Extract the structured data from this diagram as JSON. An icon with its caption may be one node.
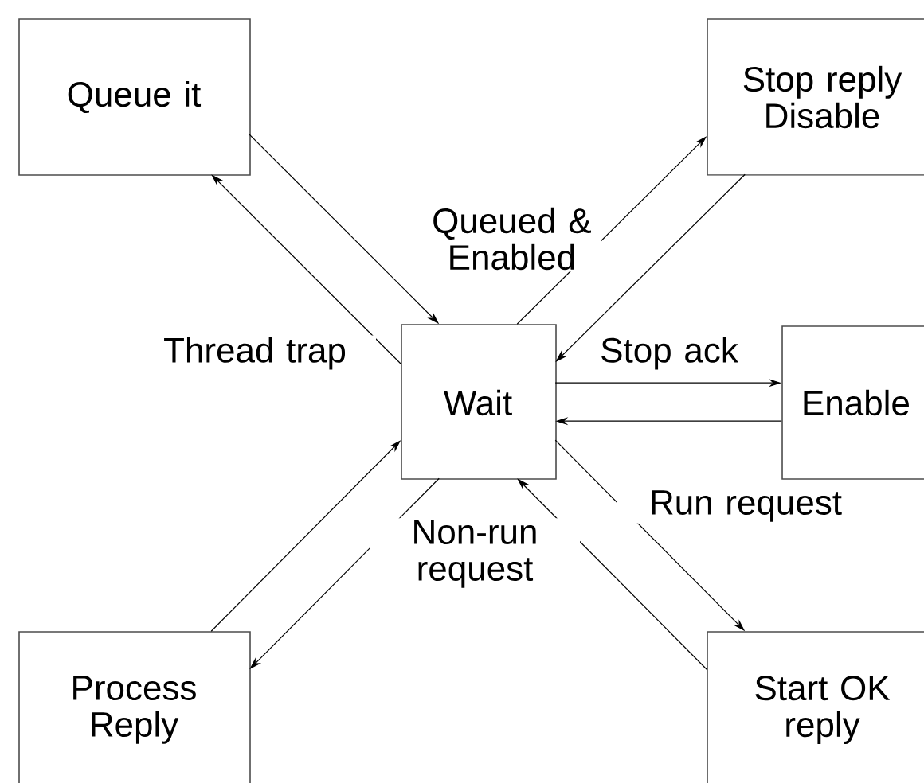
{
  "diagram": {
    "nodes": [
      {
        "text": [
          "Queue it"
        ]
      },
      {
        "text": [
          "Stop reply Disable"
        ]
      },
      {
        "text": [
          "Wait"
        ]
      },
      {
        "text": [
          "Enable"
        ]
      },
      {
        "text": [
          "Process Reply"
        ]
      },
      {
        "text": [
          "Start OK reply"
        ]
      }
    ],
    "edges": [
      {
        "from": 0,
        "to": 2,
        "arrow": "to"
      },
      {
        "from": 2,
        "to": 0,
        "arrow": "to",
        "label": "Thread trap"
      },
      {
        "from": 2,
        "to": 1,
        "arrow": "to",
        "label": "Queued & Enabled"
      },
      {
        "from": 1,
        "to": 2,
        "arrow": "to"
      },
      {
        "from": 2,
        "to": 3,
        "arrow": "to",
        "label": "Stop ack"
      },
      {
        "from": 3,
        "to": 2,
        "arrow": "to"
      },
      {
        "from": 2,
        "to": 5,
        "arrow": "to",
        "label": "Run request"
      },
      {
        "from": 5,
        "to": 2,
        "arrow": "to"
      },
      {
        "from": 4,
        "to": 2,
        "arrow": "to"
      },
      {
        "from": 2,
        "to": 4,
        "arrow": "to",
        "label": "Non-run request"
      }
    ]
  }
}
